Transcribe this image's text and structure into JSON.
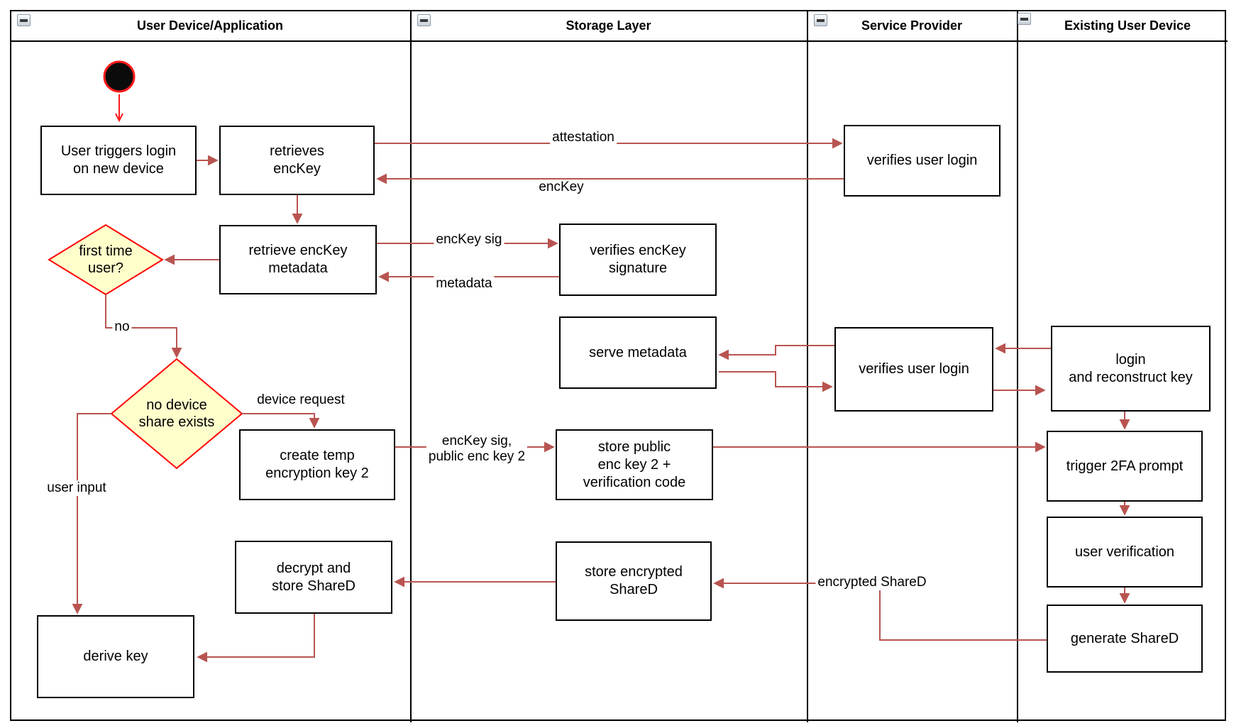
{
  "diagram": {
    "lanes": [
      {
        "title": "User Device/Application"
      },
      {
        "title": "Storage Layer"
      },
      {
        "title": "Service Provider"
      },
      {
        "title": "Existing User Device"
      }
    ],
    "nodes": {
      "user_triggers": {
        "label": "User triggers login\non new device"
      },
      "retrieves_enckey": {
        "label": "retrieves\nencKey"
      },
      "retrieve_metadata": {
        "label": "retrieve encKey\nmetadata"
      },
      "first_time_user": {
        "label": "first time\nuser?"
      },
      "no_device_share": {
        "label": "no device\nshare exists"
      },
      "create_temp": {
        "label": "create temp\nencryption key 2"
      },
      "decrypt_store": {
        "label": "decrypt and\nstore ShareD"
      },
      "derive_key": {
        "label": "derive key"
      },
      "verifies_sig": {
        "label": "verifies encKey\nsignature"
      },
      "serve_metadata": {
        "label": "serve metadata"
      },
      "store_public": {
        "label": "store public\nenc key 2 +\nverification code"
      },
      "store_encrypted": {
        "label": "store encrypted\nShareD"
      },
      "verifies_login_sp1": {
        "label": "verifies user login"
      },
      "verifies_login_sp2": {
        "label": "verifies user login"
      },
      "login_reconstruct": {
        "label": "login\nand reconstruct key"
      },
      "trigger_2fa": {
        "label": "trigger 2FA prompt"
      },
      "user_verification": {
        "label": "user verification"
      },
      "generate_shared": {
        "label": "generate ShareD"
      }
    },
    "edge_labels": {
      "attestation": "attestation",
      "enckey": "encKey",
      "enckey_sig": "encKey sig",
      "metadata": "metadata",
      "no": "no",
      "device_request": "device request",
      "user_input": "user input",
      "enckey_sig_public": "encKey sig,\npublic enc key 2",
      "encrypted_shared": "encrypted ShareD"
    },
    "colors": {
      "connector": "#b85450",
      "accent_red": "#ff0000",
      "decision_fill": "#ffffcc",
      "node_border": "#000000"
    }
  }
}
